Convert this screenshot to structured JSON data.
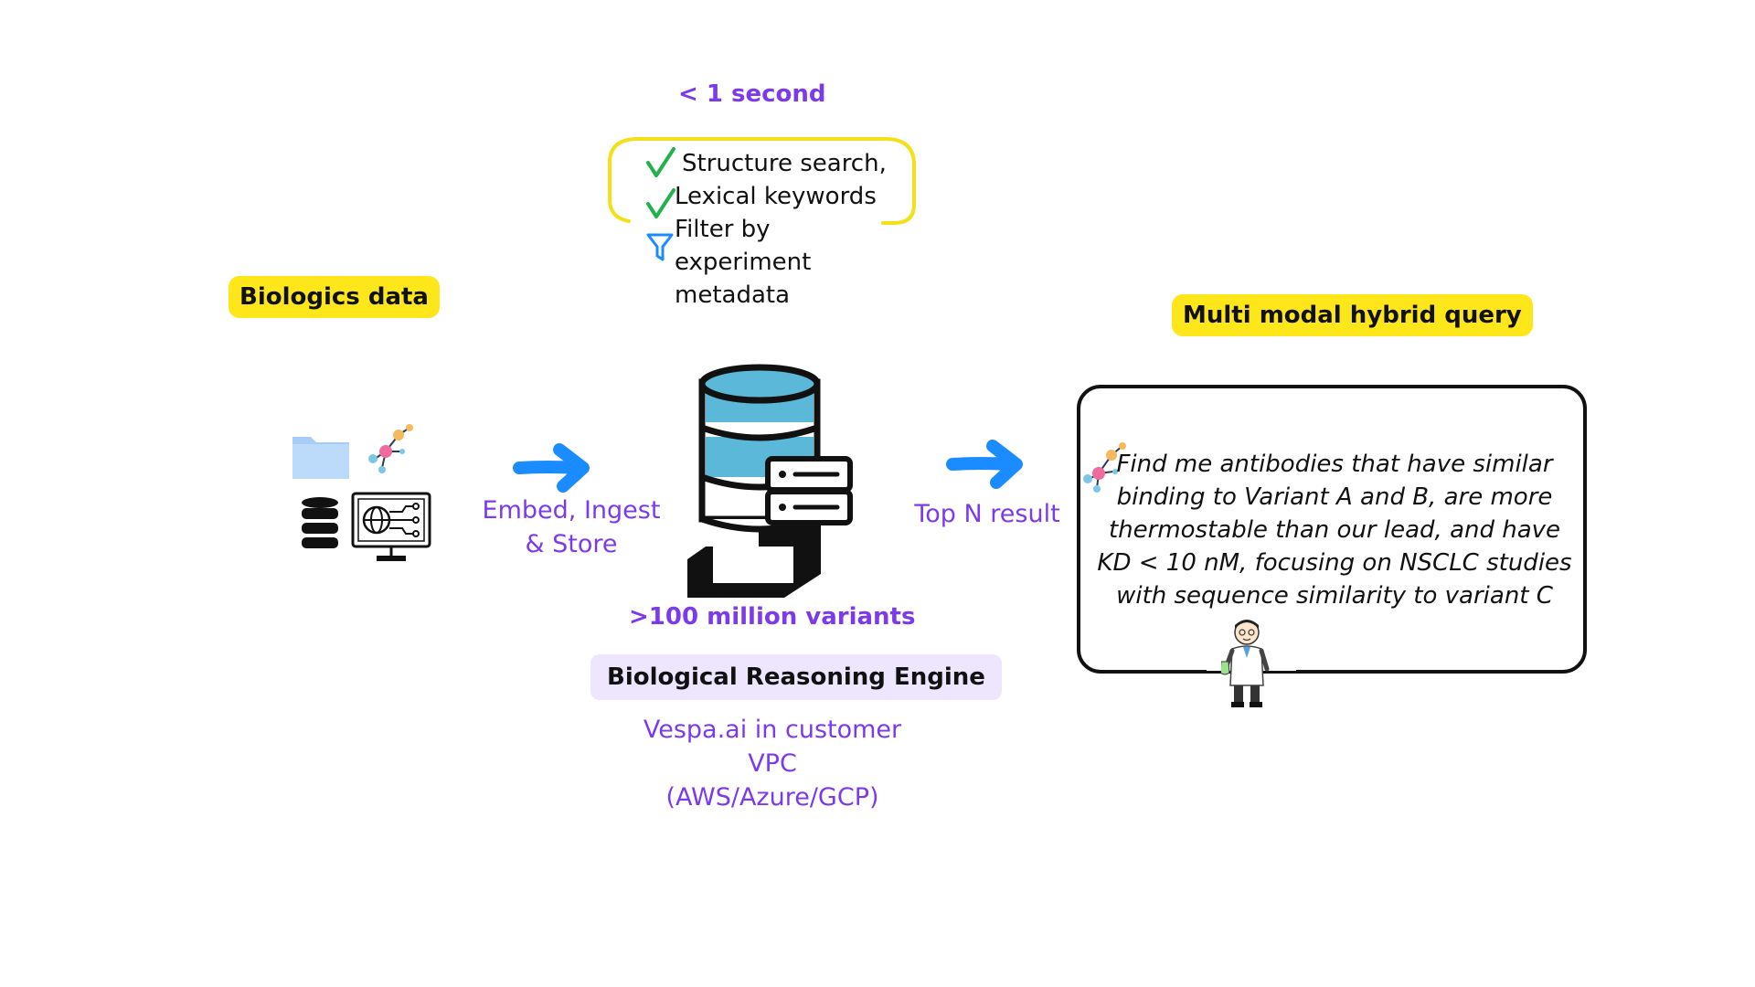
{
  "timing": {
    "label": "< 1 second"
  },
  "checklist": {
    "items": [
      {
        "icon": "check-icon",
        "text": "Structure search,"
      },
      {
        "icon": "check-icon",
        "text": "Lexical keywords"
      },
      {
        "icon": "filter-icon",
        "text": "Filter by experiment metadata"
      }
    ]
  },
  "left": {
    "title": "Biologics data",
    "arrow_label": "Embed, Ingest & Store"
  },
  "center": {
    "variants_label": ">100 million variants",
    "engine_label": "Biological Reasoning Engine",
    "deployment_label": "Vespa.ai in customer VPC (AWS/Azure/GCP)"
  },
  "right": {
    "title": "Multi modal hybrid query",
    "arrow_label": "Top N result",
    "query_text": "Find me antibodies that have similar binding to Variant A and B, are more thermostable than our lead, and have KD < 10 nM, focusing on NSCLC studies with sequence similarity to variant C"
  },
  "colors": {
    "accent_purple": "#7c3aed",
    "tag_yellow": "#fde61a",
    "tag_lilac": "#eee6ff",
    "arrow_blue": "#1a8cff",
    "db_blue": "#5bb8d8",
    "check_green": "#22b14c"
  }
}
